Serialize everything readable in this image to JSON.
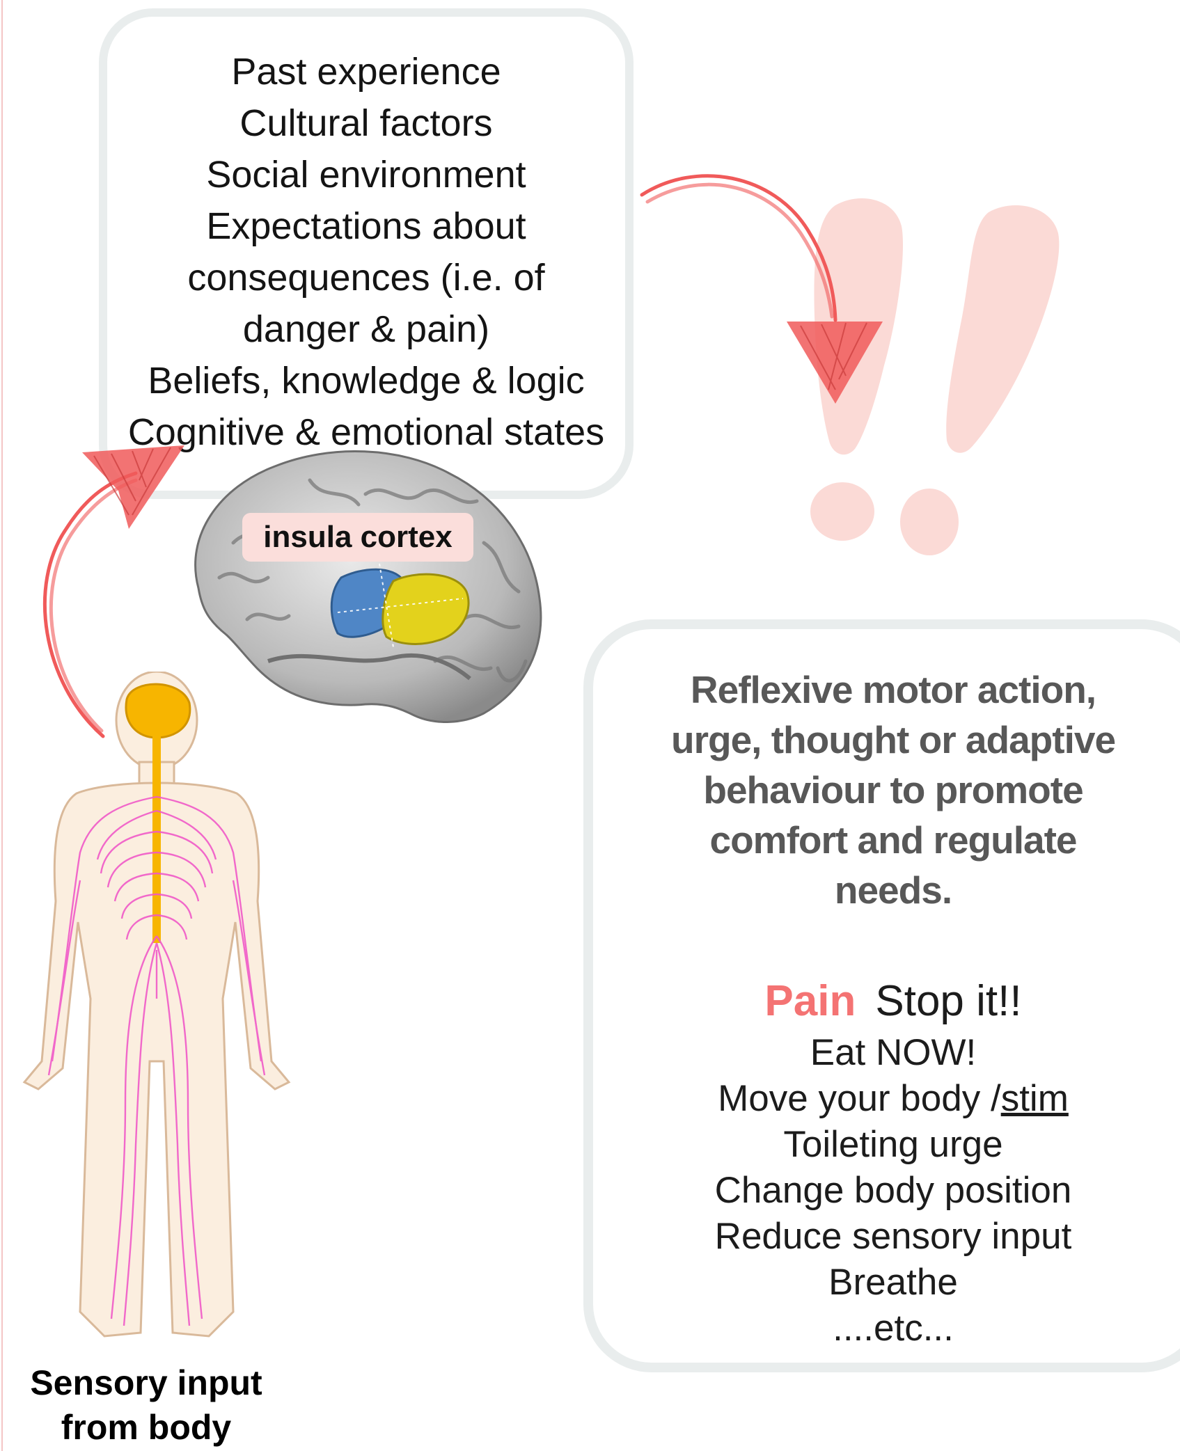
{
  "factors": {
    "items": [
      "Past experience",
      "Cultural factors",
      "Social environment",
      "Expectations about",
      "consequences (i.e. of",
      "danger & pain)",
      "Beliefs, knowledge & logic",
      "Cognitive & emotional states"
    ]
  },
  "brain": {
    "label": "insula cortex"
  },
  "body": {
    "caption_line1": "Sensory input",
    "caption_line2": "from body"
  },
  "response": {
    "lines": [
      "Reflexive motor action,",
      "urge, thought or adaptive",
      "behaviour to promote",
      "comfort and regulate",
      "needs."
    ]
  },
  "examples": {
    "pain": "Pain",
    "stop": "Stop it!!",
    "eat": "Eat  NOW!",
    "move_prefix": "Move your body /",
    "move_stim": "stim",
    "toileting": "Toileting urge",
    "position": "Change body position",
    "sensory": "Reduce sensory input",
    "breathe": "Breathe",
    "etc": "....etc..."
  },
  "colors": {
    "arrow": "#f05a5a",
    "exclamation": "#fbdad6",
    "pain_text": "#f47373",
    "box_border": "#e9eded",
    "nerves": "#f05ac8",
    "brain_highlight": "#f7b500",
    "insula_blue": "#4f86c6",
    "insula_yellow": "#e3d21c"
  }
}
